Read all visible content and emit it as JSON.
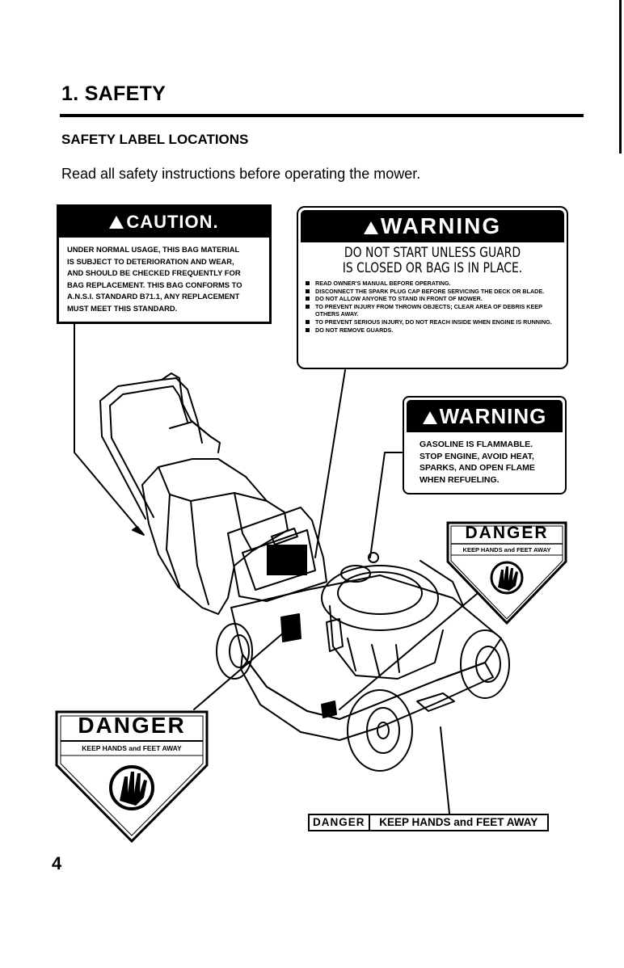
{
  "header": {
    "section_title": "1. SAFETY",
    "subheading": "SAFETY LABEL LOCATIONS",
    "intro": "Read all safety instructions before operating the mower."
  },
  "labels": {
    "caution": {
      "title": "CAUTION.",
      "lines": [
        "UNDER NORMAL USAGE, THIS BAG MATERIAL",
        "IS SUBJECT TO DETERIORATION AND WEAR,",
        "AND SHOULD BE CHECKED FREQUENTLY FOR",
        "BAG REPLACEMENT. THIS BAG CONFORMS TO",
        "A.N.S.I. STANDARD B71.1, ANY REPLACEMENT",
        "MUST MEET THIS STANDARD."
      ]
    },
    "guard_warning": {
      "title": "WARNING",
      "main_line1": "DO NOT START UNLESS GUARD",
      "main_line2": "IS CLOSED OR BAG IS IN PLACE.",
      "bullets": [
        "READ OWNER'S MANUAL BEFORE OPERATING.",
        "DISCONNECT THE SPARK PLUG CAP BEFORE SERVICING THE DECK OR BLADE.",
        "DO NOT ALLOW ANYONE TO STAND IN FRONT OF MOWER.",
        "TO PREVENT INJURY FROM THROWN OBJECTS; CLEAR AREA OF DEBRIS KEEP OTHERS AWAY.",
        "TO PREVENT SERIOUS INJURY, DO NOT REACH INSIDE WHEN ENGINE IS RUNNING.",
        "DO NOT REMOVE GUARDS."
      ]
    },
    "gas_warning": {
      "title": "WARNING",
      "lines": [
        "GASOLINE IS FLAMMABLE.",
        "STOP ENGINE, AVOID HEAT,",
        "SPARKS, AND OPEN FLAME",
        "WHEN REFUELING."
      ]
    },
    "danger_small": {
      "word": "DANGER",
      "sub": "KEEP HANDS and FEET AWAY"
    },
    "danger_large": {
      "word": "DANGER",
      "sub": "KEEP HANDS and FEET AWAY"
    },
    "danger_strip": {
      "word": "DANGER",
      "sub": "KEEP HANDS and FEET AWAY"
    }
  },
  "footer": {
    "page_number": "4"
  }
}
